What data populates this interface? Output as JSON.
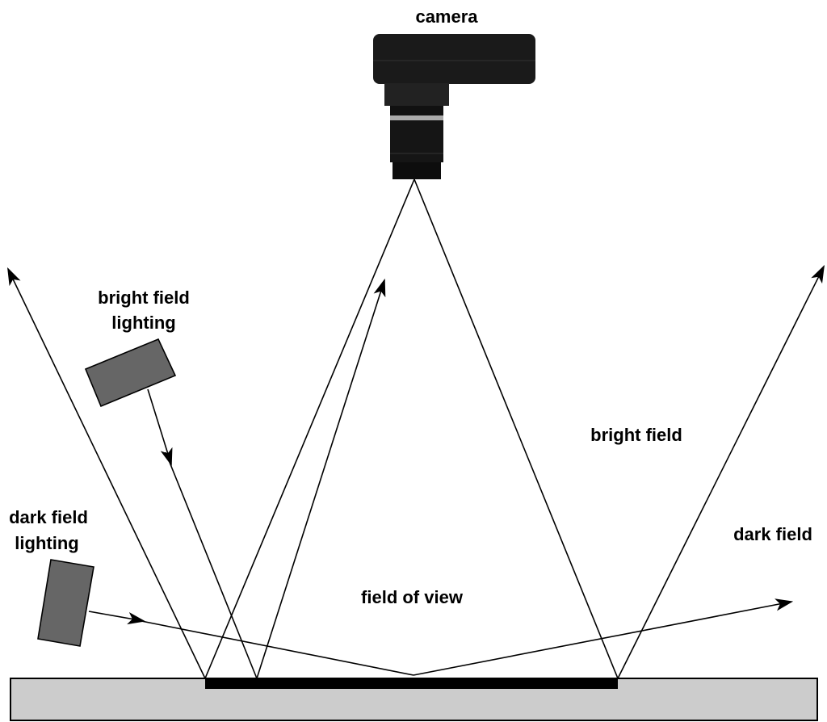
{
  "labels": {
    "camera": "camera",
    "bright_field_lighting_line1": "bright field",
    "bright_field_lighting_line2": "lighting",
    "dark_field_lighting_line1": "dark field",
    "dark_field_lighting_line2": "lighting",
    "bright_field": "bright field",
    "dark_field": "dark field",
    "field_of_view": "field of view"
  },
  "colors": {
    "light_source": "#666666",
    "substrate": "#cccccc",
    "field_of_view_bar": "#000000",
    "camera_body": "#1a1a1a"
  }
}
